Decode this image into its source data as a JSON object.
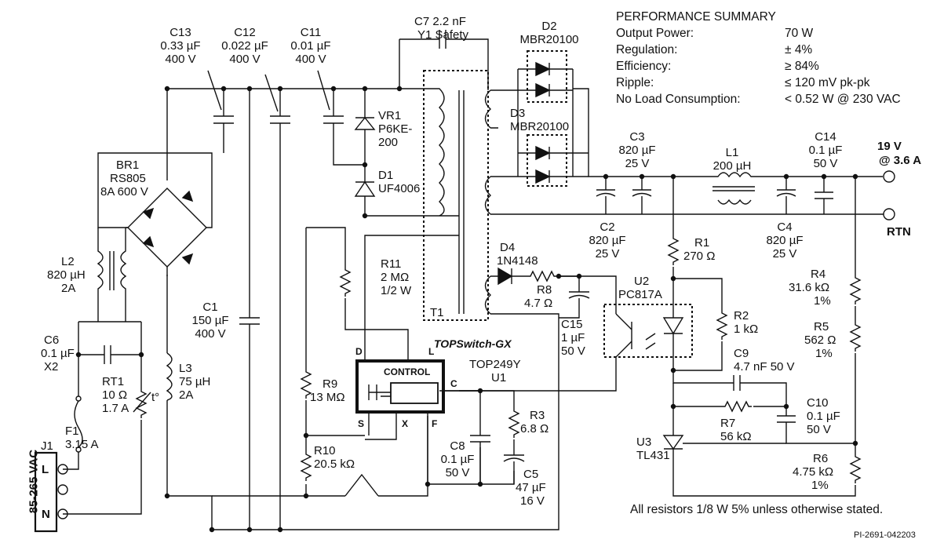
{
  "performance": {
    "title": "PERFORMANCE SUMMARY",
    "rows": [
      {
        "k": "Output Power:",
        "v": "70 W"
      },
      {
        "k": "Regulation:",
        "v": "± 4%"
      },
      {
        "k": "Efficiency:",
        "v": "≥ 84%"
      },
      {
        "k": "Ripple:",
        "v": "≤ 120 mV pk-pk"
      },
      {
        "k": "No Load Consumption:",
        "v": "< 0.52 W @ 230 VAC"
      }
    ]
  },
  "note": "All resistors 1/8 W 5% unless otherwise stated.",
  "drawing_id": "PI-2691-042203",
  "input": {
    "label": "85-265 VAC",
    "j1": "J1",
    "pin_l": "L",
    "pin_n": "N"
  },
  "output": {
    "v": "19 V",
    "i": "@ 3.6 A",
    "rtn": "RTN"
  },
  "ic": {
    "name": "TOPSwitch-GX",
    "control": "CONTROL",
    "pins": {
      "d": "D",
      "l": "L",
      "c": "C",
      "s": "S",
      "x": "X",
      "f": "F"
    }
  },
  "components": {
    "C13": [
      "C13",
      "0.33 µF",
      "400 V"
    ],
    "C12": [
      "C12",
      "0.022 µF",
      "400 V"
    ],
    "C11": [
      "C11",
      "0.01 µF",
      "400 V"
    ],
    "C7": [
      "C7  2.2 nF",
      "Y1 Safety"
    ],
    "D2": [
      "D2",
      "MBR20100"
    ],
    "D3": [
      "D3",
      "MBR20100"
    ],
    "BR1": [
      "BR1",
      "RS805",
      "8A 600 V"
    ],
    "VR1": [
      "VR1",
      "P6KE-",
      "200"
    ],
    "D1": [
      "D1",
      "UF4006"
    ],
    "C3": [
      "C3",
      "820 µF",
      "25 V"
    ],
    "L1": [
      "L1",
      "200 µH"
    ],
    "C14": [
      "C14",
      "0.1 µF",
      "50 V"
    ],
    "L2": [
      "L2",
      "820 µH",
      "2A"
    ],
    "C2": [
      "C2",
      "820 µF",
      "25 V"
    ],
    "C4": [
      "C4",
      "820 µF",
      "25 V"
    ],
    "R11": [
      "R11",
      "2 MΩ",
      "1/2 W"
    ],
    "D4": [
      "D4",
      "1N4148"
    ],
    "R8": [
      "R8",
      "4.7 Ω"
    ],
    "R1": [
      "R1",
      "270 Ω"
    ],
    "U2": [
      "U2",
      "PC817A"
    ],
    "R4": [
      "R4",
      "31.6 kΩ",
      "1%"
    ],
    "C1": [
      "C1",
      "150 µF",
      "400 V"
    ],
    "T1": [
      "T1"
    ],
    "C15": [
      "C15",
      "1 µF",
      "50 V"
    ],
    "R2": [
      "R2",
      "1 kΩ"
    ],
    "R5": [
      "R5",
      "562 Ω",
      "1%"
    ],
    "C6": [
      "C6",
      "0.1 µF",
      "X2"
    ],
    "RT1": [
      "RT1",
      "10 Ω",
      "1.7 A"
    ],
    "L3": [
      "L3",
      "75 µH",
      "2A"
    ],
    "U1": [
      "TOP249Y",
      "U1"
    ],
    "C9": [
      "C9",
      "4.7 nF 50 V"
    ],
    "R9": [
      "R9",
      "13 MΩ"
    ],
    "R3": [
      "R3",
      "6.8 Ω"
    ],
    "C10": [
      "C10",
      "0.1 µF",
      "50 V"
    ],
    "F1": [
      "F1",
      "3.15 A"
    ],
    "R7": [
      "R7",
      "56 kΩ"
    ],
    "C8": [
      "C8",
      "0.1 µF",
      "50 V"
    ],
    "U3": [
      "U3",
      "TL431"
    ],
    "R10": [
      "R10",
      "20.5 kΩ"
    ],
    "C5": [
      "C5",
      "47 µF",
      "16 V"
    ],
    "R6": [
      "R6",
      "4.75 kΩ",
      "1%"
    ],
    "t_symbol": "t°"
  }
}
